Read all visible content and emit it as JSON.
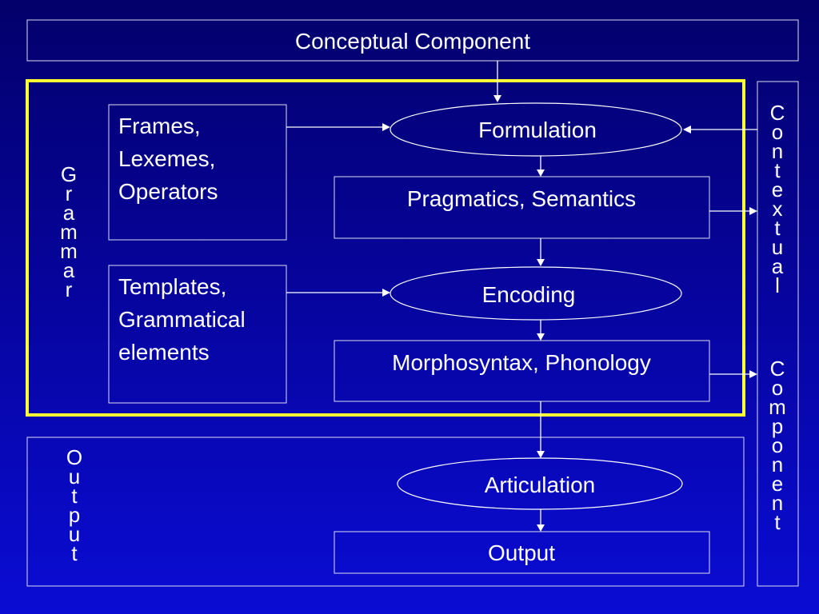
{
  "title": "Conceptual Component",
  "grammar": {
    "side_label": "Grammar",
    "left_boxes": [
      {
        "lines": [
          "Frames,",
          "Lexemes,",
          "Operators"
        ]
      },
      {
        "lines": [
          "Templates,",
          "Grammatical",
          "elements"
        ]
      }
    ],
    "processes": {
      "formulation": "Formulation",
      "pragmatics_semantics": "Pragmatics, Semantics",
      "encoding": "Encoding",
      "morphosyntax_phonology": "Morphosyntax, Phonology"
    }
  },
  "output_section": {
    "side_label": "Output",
    "articulation": "Articulation",
    "output": "Output"
  },
  "contextual_component": {
    "word1": "Contextual",
    "word2": "Component"
  },
  "colors": {
    "background_top": "#03006b",
    "background_bottom": "#0a0cd4",
    "grammar_frame": "#ffff33",
    "text": "#ffffff"
  }
}
